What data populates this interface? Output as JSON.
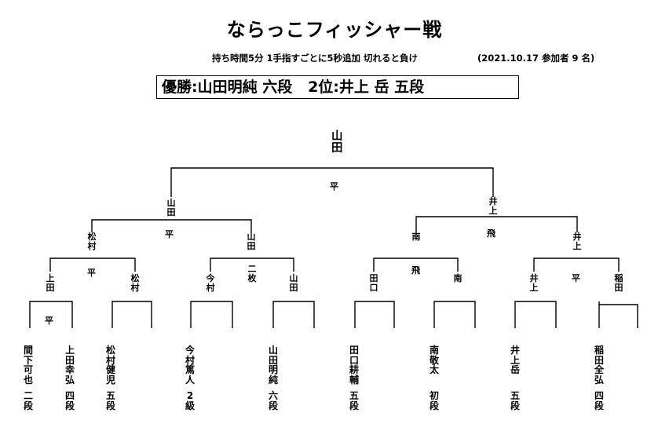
{
  "title": "ならっこフィッシャー戦",
  "rules": "持ち時間5分 1手指すごとに5秒追加 切れると負け",
  "info": "(2021.10.17 参加者 9 名)",
  "result": {
    "winner_label": "優勝:山田明純 六段",
    "second_label": "2位:井上 岳 五段"
  },
  "players": [
    {
      "name": "間下可也",
      "rank": "二段"
    },
    {
      "name": "上田幸弘",
      "rank": "四段"
    },
    {
      "name": "松村健児",
      "rank": "五段"
    },
    {
      "name": "今村篤人",
      "rank": "2級"
    },
    {
      "name": "山田明純",
      "rank": "六段"
    },
    {
      "name": "田口耕輔",
      "rank": "五段"
    },
    {
      "name": "南 敬太",
      "rank": "初段"
    },
    {
      "name": "井上 岳",
      "rank": "五段"
    },
    {
      "name": "稲田全弘",
      "rank": "四段"
    }
  ],
  "bracket": {
    "round1": {
      "winner": "上田",
      "result": "平"
    },
    "round2": [
      {
        "left": "上田",
        "right": "松村",
        "result": "平"
      },
      {
        "left": "今村",
        "right": "山田",
        "result": "二枚"
      },
      {
        "left": "田口",
        "right": "南",
        "result": "飛"
      },
      {
        "left": "井上",
        "right": "稲田",
        "result": "平"
      }
    ],
    "round3": [
      {
        "left": "松村",
        "right": "山田",
        "result": "平"
      },
      {
        "left": "南",
        "right": "井上",
        "result": "飛"
      }
    ],
    "semi": {
      "left": "山田",
      "right": "井上",
      "result": "平"
    },
    "champion": "山田"
  }
}
